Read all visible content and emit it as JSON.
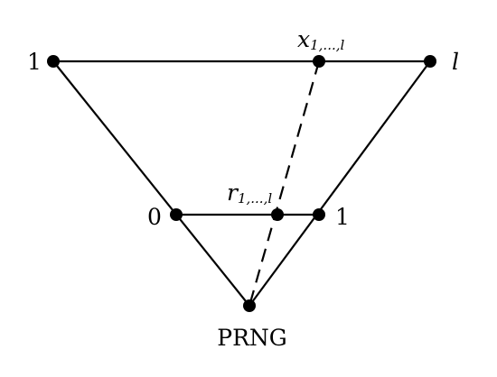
{
  "diagram": {
    "labels": {
      "top_left": "1",
      "top_right": "l",
      "top_middle_var": "x",
      "top_middle_sub": "1,...,l",
      "mid_left": "0",
      "mid_right": "1",
      "mid_middle_var": "r",
      "mid_middle_sub": "1,...,l",
      "bottom": "PRNG"
    }
  }
}
